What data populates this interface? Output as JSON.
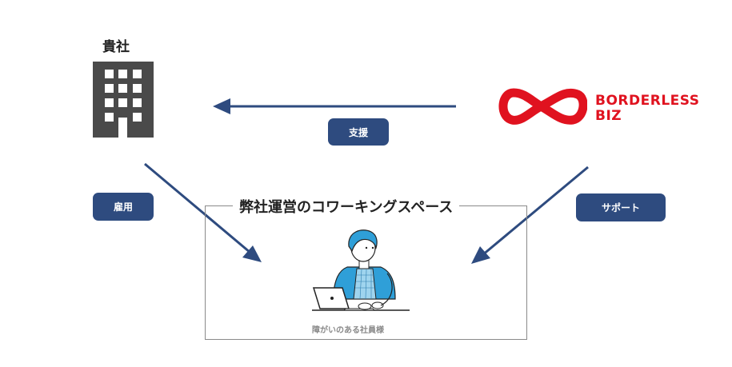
{
  "company": {
    "label": "貴社"
  },
  "brand": {
    "line1": "BORDERLESS",
    "line2": "BIZ"
  },
  "flows": {
    "support_label": "支援",
    "employment_label": "雇用",
    "assistance_label": "サポート"
  },
  "workspace": {
    "title": "弊社運営のコワーキングスペース",
    "caption": "障がいのある社員様"
  },
  "colors": {
    "arrow": "#2e4b7f",
    "pill": "#2e4b7f",
    "brand": "#e0121f",
    "building": "#4a4a4a",
    "person_shirt": "#2f9fd8"
  }
}
